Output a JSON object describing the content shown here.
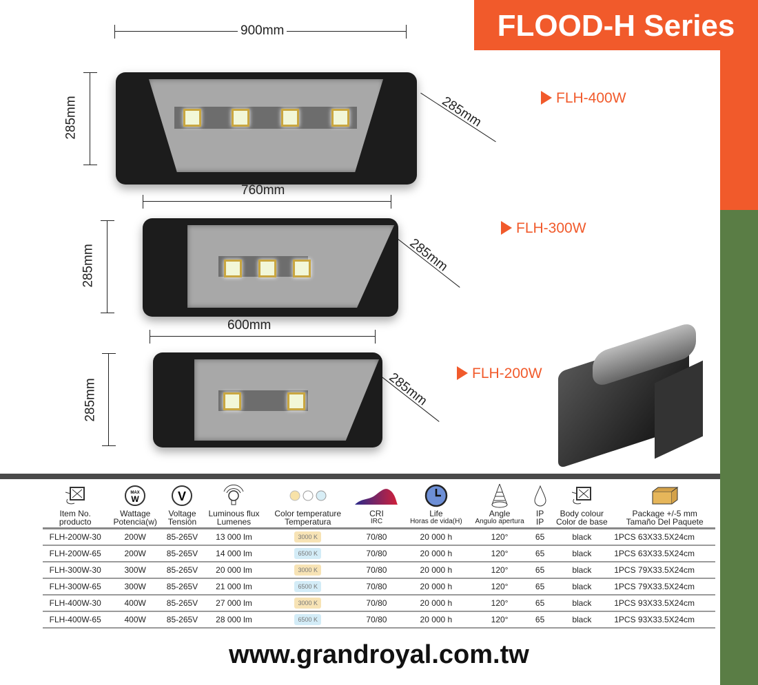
{
  "title": "FLOOD-H Series",
  "products": [
    {
      "model": "FLH-400W",
      "width": "900mm",
      "height": "285mm",
      "depth": "285mm"
    },
    {
      "model": "FLH-300W",
      "width": "760mm",
      "height": "285mm",
      "depth": "285mm"
    },
    {
      "model": "FLH-200W",
      "width": "600mm",
      "height": "285mm",
      "depth": "285mm"
    }
  ],
  "table": {
    "headers": [
      {
        "l1": "Item No.",
        "l2": "producto",
        "icon": "floodlight-icon"
      },
      {
        "l1": "Wattage",
        "l2": "Potencia(w)",
        "icon": "max-watt-icon",
        "glyph": "W",
        "sub": "MAX"
      },
      {
        "l1": "Voltage",
        "l2": "Tensión",
        "icon": "voltage-icon",
        "glyph": "V"
      },
      {
        "l1": "Luminous flux",
        "l2": "Lumenes",
        "icon": "bulb-icon"
      },
      {
        "l1": "Color temperature",
        "l2": "Temperatura",
        "icon": "color-circles-icon"
      },
      {
        "l1": "CRI",
        "l2": "IRC",
        "icon": "spectrum-icon"
      },
      {
        "l1": "Life",
        "l2": "Horas de vida(H)",
        "icon": "clock-icon"
      },
      {
        "l1": "Angle",
        "l2": "Angulo apertura",
        "icon": "cone-icon"
      },
      {
        "l1": "IP",
        "l2": "IP",
        "icon": "drop-icon"
      },
      {
        "l1": "Body colour",
        "l2": "Color de base",
        "icon": "floodlight-icon"
      },
      {
        "l1": "Package  +/-5 mm",
        "l2": "Tamaño Del Paquete",
        "icon": "box-icon"
      }
    ],
    "rows": [
      [
        "FLH-200W-30",
        "200W",
        "85-265V",
        "13 000 lm",
        "3000 K",
        "70/80",
        "20 000 h",
        "120°",
        "65",
        "black",
        "1PCS  63X33.5X24cm"
      ],
      [
        "FLH-200W-65",
        "200W",
        "85-265V",
        "14 000 lm",
        "6500 K",
        "70/80",
        "20 000 h",
        "120°",
        "65",
        "black",
        "1PCS  63X33.5X24cm"
      ],
      [
        "FLH-300W-30",
        "300W",
        "85-265V",
        "20 000 lm",
        "3000 K",
        "70/80",
        "20 000 h",
        "120°",
        "65",
        "black",
        "1PCS  79X33.5X24cm"
      ],
      [
        "FLH-300W-65",
        "300W",
        "85-265V",
        "21 000 lm",
        "6500 K",
        "70/80",
        "20 000 h",
        "120°",
        "65",
        "black",
        "1PCS  79X33.5X24cm"
      ],
      [
        "FLH-400W-30",
        "400W",
        "85-265V",
        "27 000 lm",
        "3000 K",
        "70/80",
        "20 000 h",
        "120°",
        "65",
        "black",
        "1PCS 93X33.5X24cm"
      ],
      [
        "FLH-400W-65",
        "400W",
        "85-265V",
        "28 000 lm",
        "6500 K",
        "70/80",
        "20 000 h",
        "120°",
        "65",
        "black",
        "1PCS  93X33.5X24cm"
      ]
    ]
  },
  "colors": {
    "accent": "#f15a2b",
    "green": "#5a7d45",
    "warm": "#f7e3b5",
    "cool": "#d3ecf7"
  },
  "website": "www.grandroyal.com.tw"
}
